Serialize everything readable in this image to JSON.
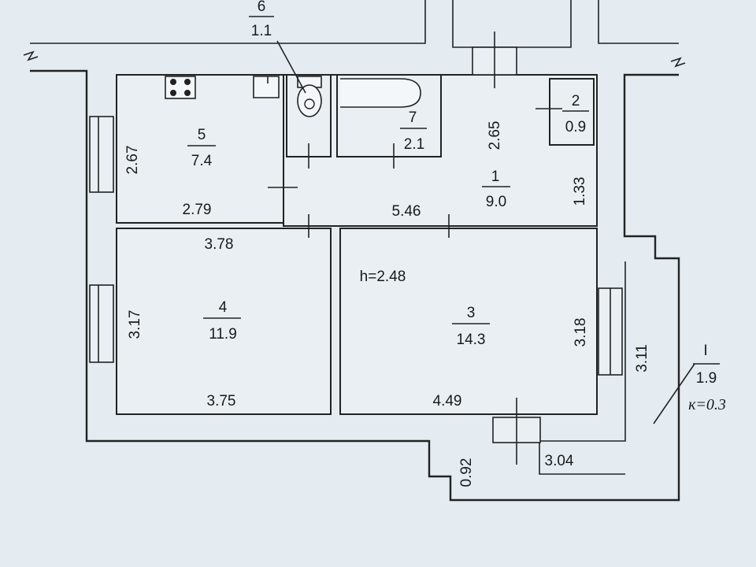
{
  "plan": {
    "ceiling_height": "h=2.48",
    "rooms": [
      {
        "id": "1",
        "area": "9.0"
      },
      {
        "id": "2",
        "area": "0.9"
      },
      {
        "id": "3",
        "area": "14.3"
      },
      {
        "id": "4",
        "area": "11.9"
      },
      {
        "id": "5",
        "area": "7.4"
      },
      {
        "id": "6",
        "area": "1.1"
      },
      {
        "id": "7",
        "area": "2.1"
      },
      {
        "id": "I",
        "area": "1.9",
        "coef": "к=0.3"
      }
    ],
    "dimensions": {
      "d267": "2.67",
      "d279": "2.79",
      "d265": "2.65",
      "d133": "1.33",
      "d546": "5.46",
      "d378": "3.78",
      "d317": "3.17",
      "d318": "3.18",
      "d375": "3.75",
      "d449": "4.49",
      "d311": "3.11",
      "d092": "0.92",
      "d304": "3.04"
    }
  }
}
